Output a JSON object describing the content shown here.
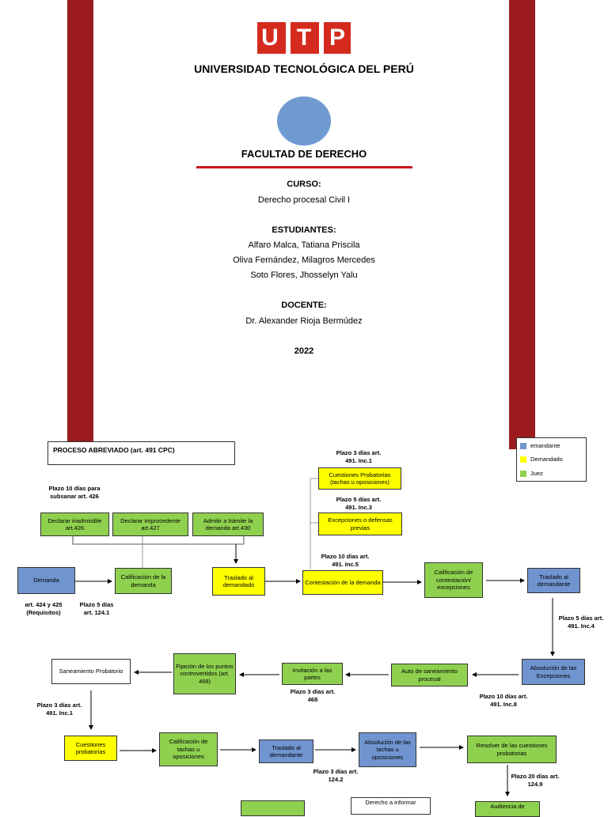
{
  "cover": {
    "logo_letters": [
      "U",
      "T",
      "P"
    ],
    "university": "UNIVERSIDAD TECNOLÓGICA DEL PERÚ",
    "faculty": "FACULTAD DE DERECHO",
    "course_label": "CURSO:",
    "course": "Derecho procesal Civil I",
    "students_label": "ESTUDIANTES:",
    "students": [
      "Alfaro Malca, Tatiana Priscila",
      "Oliva Fernández, Milagros Mercedes",
      "Soto Flores, Jhosselyn Yalu"
    ],
    "teacher_label": "DOCENTE:",
    "teacher": "Dr. Alexander Rioja Bermúdez",
    "year": "2022",
    "colors": {
      "brand_red": "#d52b1e",
      "bar_red": "#9b1b1f",
      "circle": "#6f9bd1"
    }
  },
  "diagram": {
    "title": "PROCESO ABREVIADO (art. 491 CPC)",
    "legend": [
      {
        "label": "emandante",
        "color": "#7094cf"
      },
      {
        "label": "Demandado",
        "color": "#ffff00"
      },
      {
        "label": "Juez",
        "color": "#8fd14f"
      }
    ],
    "boxes": {
      "declarar_inadmisible": "Declarar inadmisible art.426",
      "declarar_improcedente": "Declarar improcedente art.427",
      "admitir_tramite": "Admitir a trámite la demanda art.430",
      "demanda": "Demanda",
      "calificacion_demanda": "Calificación de la demanda",
      "traslado_demandado": "Traslado al demandado",
      "contestacion_demanda": "Contestación de la demanda",
      "cuestiones_probatorias_top": "Cuestiones Probatorias (tachas u oposiciones)",
      "excepciones_defensas": "Excepciones o defensas previas",
      "calificacion_contestacion": "Calificación de contestación/ excepciones",
      "traslado_demandante_1": "Traslado al demandante",
      "absolucion_excepciones": "Absolución de las Excepciones",
      "auto_saneamiento": "Auto de saneamiento procesal",
      "invitacion_partes": "Invitación a las partes",
      "fijacion_puntos": "Fijación de los puntos controvertidos (art. 468)",
      "saneamiento_probatorio": "Saneamiento Probatorio",
      "cuestiones_probatorias": "Cuestiones probatorias",
      "calificacion_tachas": "Calificación de tachas u oposiciones",
      "traslado_demandante_2": "Traslado al demandante",
      "absolucion_tachas": "Absolución de las tachas u oposiciones",
      "resolver_cuestiones": "Resolver de las cuestiones probatorias",
      "bottom_green": "",
      "derecho_informar": "Derecho a informar",
      "audiencia": "Audiencia de"
    },
    "notes": {
      "plazo_subsanar": "Plazo 10 días para subsanar art. 426",
      "art_424": "art. 424 y 425 (Requisitos)",
      "plazo_5_1241": "Plazo 5 días art. 124.1",
      "plazo_3_491_1_top": "Plazo 3 días art. 491. Inc.1",
      "plazo_5_491_3": "Plazo 5 días art. 491. Inc.3",
      "plazo_10_491_5": "Plazo 10 días art. 491. Inc.5",
      "plazo_5_491_4": "Plazo 5 días art. 491. Inc.4",
      "plazo_10_491_8": "Plazo 10 días art. 491. Inc.8",
      "plazo_3_468": "Plazo 3 días art. 468",
      "plazo_3_491_1_left": "Plazo 3 días art. 491. Inc.1",
      "plazo_3_1242": "Plazo 3 días art. 124.2",
      "plazo_20_1249": "Plazo 20 días art. 124.9"
    }
  }
}
